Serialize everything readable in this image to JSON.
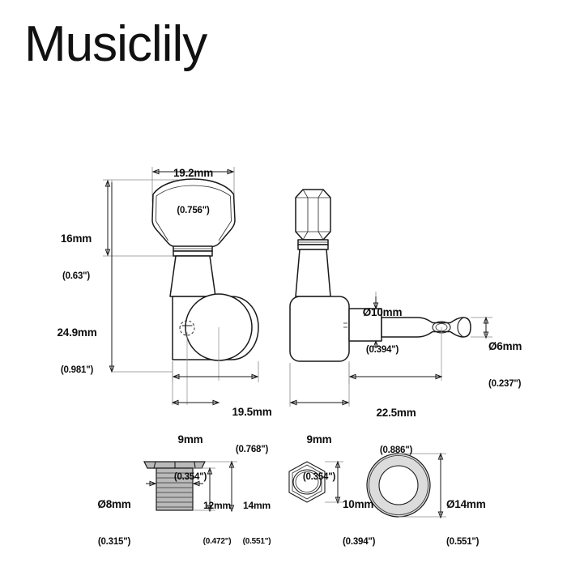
{
  "brand": {
    "title": "Musiclily"
  },
  "diagram": {
    "type": "technical-drawing",
    "subject": "guitar machine head / tuning peg dimensions",
    "units": {
      "primary": "mm",
      "secondary": "inch"
    }
  },
  "views": {
    "front": {
      "name": "front-view",
      "label": "front view of tuner with button, housing and baseplate"
    },
    "side": {
      "name": "side-view",
      "label": "side view of tuner with string post"
    },
    "parts": {
      "bushing": {
        "name": "bushing-part"
      },
      "hex_nut": {
        "name": "hex-nut-part"
      },
      "washer": {
        "name": "washer-part"
      }
    }
  },
  "dimensions": {
    "button_width": {
      "mm": "19.2mm",
      "inch": "(0.756\")"
    },
    "button_height": {
      "mm": "16mm",
      "inch": "(0.63\")"
    },
    "total_height": {
      "mm": "24.9mm",
      "inch": "(0.981\")"
    },
    "baseplate_width": {
      "mm": "19.5mm",
      "inch": "(0.768\")"
    },
    "screw_offset": {
      "mm": "9mm",
      "inch": "(0.354\")"
    },
    "collar_diameter": {
      "mm": "Ø10mm",
      "inch": "(0.394\")"
    },
    "post_diameter": {
      "mm": "Ø6mm",
      "inch": "(0.237\")"
    },
    "post_length": {
      "mm": "22.5mm",
      "inch": "(0.886\")"
    },
    "housing_depth": {
      "mm": "9mm",
      "inch": "(0.354\")"
    },
    "bushing_diameter": {
      "mm": "Ø8mm",
      "inch": "(0.315\")"
    },
    "bushing_thread_length": {
      "mm": "12mm",
      "inch": "(0.472\")"
    },
    "bushing_total_length": {
      "mm": "14mm",
      "inch": "(0.551\")"
    },
    "hex_nut_size": {
      "mm": "10mm",
      "inch": "(0.394\")"
    },
    "washer_diameter": {
      "mm": "Ø14mm",
      "inch": "(0.551\")"
    }
  },
  "colors": {
    "background": "#ffffff",
    "line": "#1a1a1a",
    "extension_line": "#8a8a8a",
    "metal_fill": "#b9b9b9",
    "light_fill": "#dcdcdc",
    "text": "#0d0d0d"
  }
}
